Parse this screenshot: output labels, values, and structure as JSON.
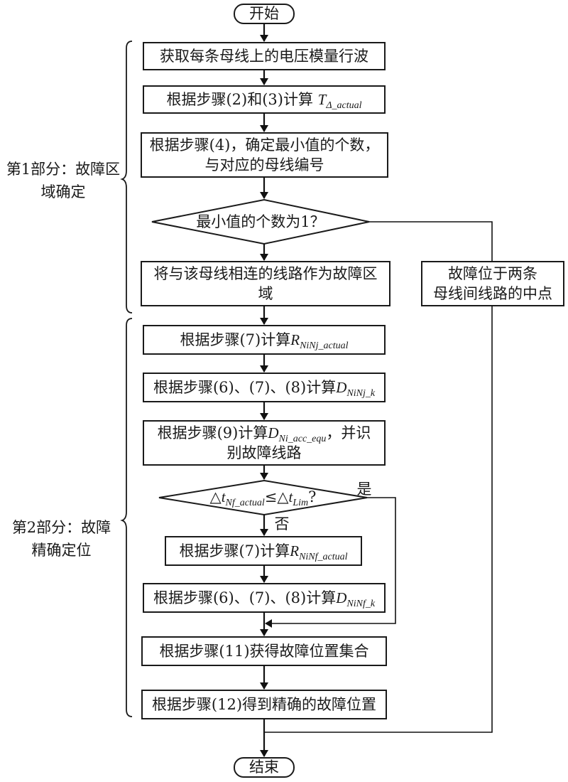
{
  "title": "故障定位流程图",
  "terminals": {
    "start": "开始",
    "end": "结束"
  },
  "sections": [
    {
      "label_line1": "第1部分：故障区",
      "label_line2": "域确定"
    },
    {
      "label_line1": "第2部分：故障",
      "label_line2": "精确定位"
    }
  ],
  "steps": {
    "s1": {
      "text": "获取每条母线上的电压模量行波"
    },
    "s2": {
      "text": "根据步骤(2)和(3)计算 ",
      "var": "T",
      "sub": "Δ_actual"
    },
    "s3": {
      "line1": "根据步骤(4)，确定最小值的个数，",
      "line2": "与对应的母线编号"
    },
    "d1": {
      "text": "最小值的个数为1？"
    },
    "s4": {
      "line1": "将与该母线相连的线路作为故障区",
      "line2": "域"
    },
    "s4b": {
      "line1": "故障位于两条",
      "line2": "母线间线路的中点"
    },
    "s5": {
      "text": "根据步骤(7)计算",
      "var": "R",
      "sub": "NiNj_actual"
    },
    "s6": {
      "text": "根据步骤(6)、(7)、(8)计算",
      "var": "D",
      "sub": "NiNj_k"
    },
    "s7": {
      "text": "根据步骤(9)计算",
      "var": "D",
      "sub": "Ni_acc_equ",
      "tail": "，并识",
      "line2": "别故障线路"
    },
    "d2": {
      "pre": "△",
      "var1": "t",
      "sub1": "Nf_actual",
      "mid": "≤△",
      "var2": "t",
      "sub2": "Lim",
      "tail": "?"
    },
    "d2_yes": "是",
    "d2_no": "否",
    "s8": {
      "text": "根据步骤(7)计算",
      "var": "R",
      "sub": "NiNf_actual"
    },
    "s9": {
      "text": "根据步骤(6)、(7)、(8)计算",
      "var": "D",
      "sub": "NiNf_k"
    },
    "s10": {
      "text": "根据步骤(11)获得故障位置集合"
    },
    "s11": {
      "text": "根据步骤(12)得到精确的故障位置"
    }
  }
}
